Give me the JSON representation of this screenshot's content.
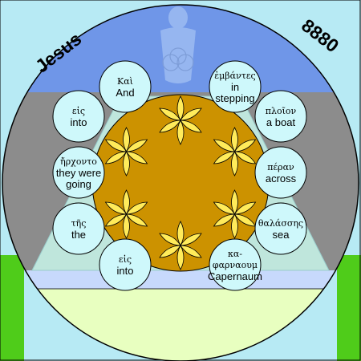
{
  "header": {
    "left": "Jesus",
    "right": "8880"
  },
  "colors": {
    "sky": "#b7eaf4",
    "upper_band": "#6f96e8",
    "middle_band": "#8c8c8c",
    "lower_band": "#c7d9fc",
    "floor": "#e8ffc0",
    "grass": "#4fcc1a",
    "triangle": "#bfe6dc",
    "inner_disc": "#cc9200",
    "petal": "#ffeb5a",
    "word_circle": "#cef8fb"
  },
  "words": [
    {
      "greek": "Καὶ",
      "english": "And"
    },
    {
      "greek": "ἐμβάντες",
      "english": "in stepping"
    },
    {
      "greek": "πλοῖον",
      "english": "a boat"
    },
    {
      "greek": "πέραν",
      "english": "across"
    },
    {
      "greek": "θαλάσσης",
      "english": "sea"
    },
    {
      "greek": "κα-φαρναουμ",
      "english": "Capernaum"
    },
    {
      "greek": "εἰς",
      "english": "into"
    },
    {
      "greek": "τῆς",
      "english": "the"
    },
    {
      "greek": "ἤρχοντο",
      "english": "they were going"
    },
    {
      "greek": "εἰς",
      "english": "into"
    }
  ]
}
